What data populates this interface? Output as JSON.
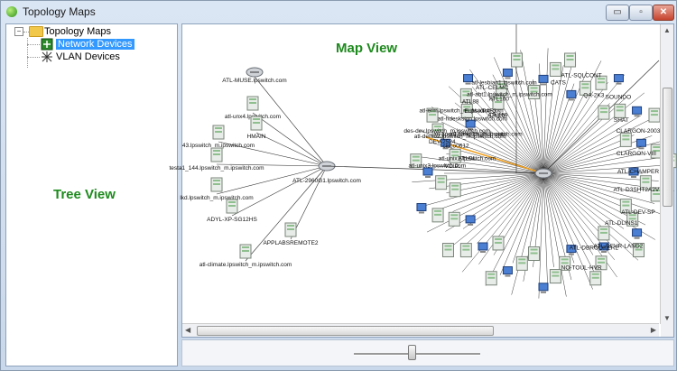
{
  "window": {
    "title": "Topology Maps",
    "minimize_glyph": "▭",
    "restore_glyph": "▫",
    "close_glyph": "✕"
  },
  "tree": {
    "root_label": "Topology Maps",
    "items": [
      {
        "label": "Network Devices",
        "selected": true,
        "icon": "network-devices-icon"
      },
      {
        "label": "VLAN Devices",
        "selected": false,
        "icon": "vlan-devices-icon"
      }
    ],
    "caption": "Tree View"
  },
  "map": {
    "caption": "Map View",
    "hub_left": "ATL-2960G1.lpswitch.com",
    "left_nodes": [
      "ATL-MUSE.lpswitch.com",
      "atl-unx4.lpswitch.com",
      "HMAIN",
      "43.lpswitch_m.ipswitch.com",
      "testa1_144.lpswitch_m.ipswitch.com",
      "lkd.lpswitch_m.ipswitch.com",
      "ADYL-XP-SG12HS",
      "APPLABSREMOTE2",
      "atl-climate.lpswitch_m.ipswitch.com"
    ],
    "center_labels": [
      "atl-lesbian1.lpswitch.com",
      "ATL100",
      "ATL159",
      "ATL88",
      "atl-hdesksign.lpswitch.com",
      "atl-pang.lpswitch.com",
      "des-dev.lpswitch_m.ipswitch.com",
      "cisco0612",
      "atl-unix1.lpswitch.com",
      "atl-unix3.lpswitch.com",
      "VOIP",
      "ATLDL",
      "DEV-2524",
      "atl-demo2.lpswitch_m.ipswitch.com",
      "atl-appr2.lpswitch_m.ipswitch.com",
      "atl-erm.lpswitch_m.ipswitch.com",
      "ELM-XP4F3",
      "Delphi",
      "ATL-CELMC",
      "atl-abt1.lpswitch_m.ipswitch.com"
    ],
    "right_labels": [
      "CATS",
      "ATL-SQLCONT",
      "QA-2K3",
      "SOUNDO",
      "SHAT",
      "CLARGON-2003",
      "CLARGON-VIII",
      "ATL-CHAMPER",
      "ATL-D3SHT2A2V",
      "ATL-DEV-SP",
      "ATL-DLINS1",
      "ATL-DEVR-LAND2",
      "ATL-DBROOKER2",
      "NO-TOUL-HVR"
    ]
  },
  "zoom": {
    "level": 0.45
  },
  "colors": {
    "caption_green": "#1e8a1e",
    "selection_blue": "#3399ff",
    "highlight_link": "#f0a020"
  }
}
